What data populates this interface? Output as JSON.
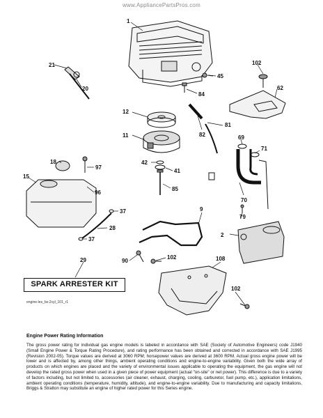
{
  "watermark": "www.AppliancePartsPros.com",
  "callouts": {
    "c1": "1",
    "c2": "2",
    "c9": "9",
    "c11": "11",
    "c12": "12",
    "c15": "15",
    "c18": "18",
    "c20": "20",
    "c21": "21",
    "c28": "28",
    "c29": "29",
    "c37a": "37",
    "c37b": "37",
    "c41": "41",
    "c42": "42",
    "c45": "45",
    "c62": "62",
    "c69": "69",
    "c70": "70",
    "c71": "71",
    "c79": "79",
    "c81": "81",
    "c82": "82",
    "c84": "84",
    "c85": "85",
    "c90": "90",
    "c96": "96",
    "c97": "97",
    "c102a": "102",
    "c102b": "102",
    "c102c": "102",
    "c108": "108"
  },
  "kit_label": "SPARK ARRESTER KIT",
  "drawing_ref": "engine-les_bs-2cyl_101_r1",
  "info": {
    "title": "Engine Power Rating Information",
    "body": "The gross power rating for individual gas engine models is labeled in accordance with SAE (Society of Automotive Engineers) code J1940 (Small Engine Power & Torque Rating Procedure), and rating performance has been obtained and corrected in accordance with SAE J1995 (Revision 2002-05). Torque values are derived at 3060 RPM; horsepower values are derived at 3600 RPM. Actual gross engine power will be lower and is affected by, among other things, ambient operating conditions and engine-to-engine variability. Given both the wide array of products on which engines are placed and the variety of environmental issues applicable to operating the equipment, the gas engine will not develop the rated gross power when used in a given piece of power equipment (actual \"on-site\" or net power). This difference is due to a variety of factors including, but not limited to, accessories (air cleaner, exhaust, charging, cooling, carburetor, fuel pump, etc.), application limitations, ambient operating conditions (temperature, humidity, altitude), and engine-to-engine variability. Due to manufacturing and capacity limitations, Briggs & Stratton may substitute an engine of higher rated power for this Series engine."
  }
}
